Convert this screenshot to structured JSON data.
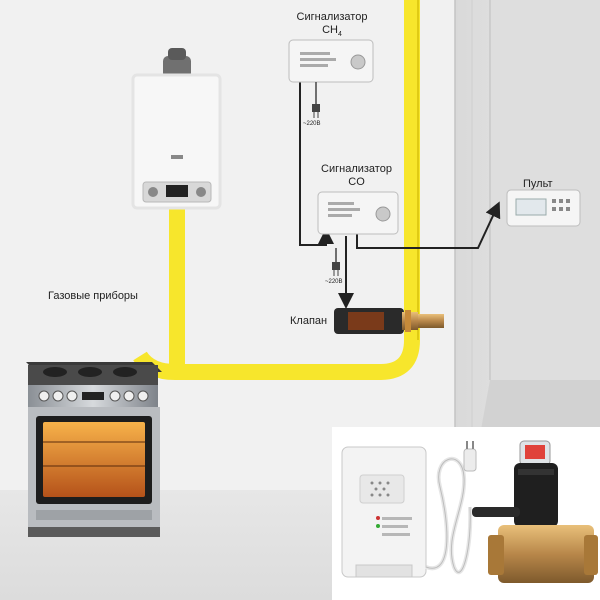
{
  "labels": {
    "ch4_alarm_line1": "Сигнализатор",
    "ch4_alarm_line2": "CH",
    "ch4_subscript": "4",
    "co_alarm_line1": "Сигнализатор",
    "co_alarm_line2": "CO",
    "remote": "Пульт",
    "gas_appliances": "Газовые приборы",
    "valve": "Клапан",
    "voltage_ch4": "~220В",
    "voltage_co": "~220В"
  },
  "colors": {
    "gas_pipe": "#f7e62c",
    "signal_wire": "#222222",
    "wall": "#f1f1f1",
    "device_body": "#f5f5f5"
  },
  "icons": [
    "gas-boiler-icon",
    "gas-stove-icon",
    "ch4-alarm-icon",
    "co-alarm-icon",
    "remote-panel-icon",
    "shutoff-valve-icon",
    "power-plug-icon"
  ]
}
